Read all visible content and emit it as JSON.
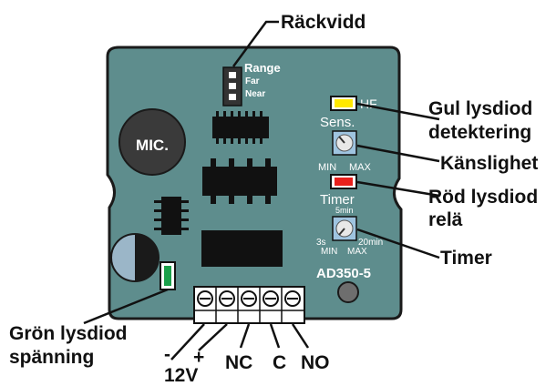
{
  "callouts": {
    "rackvidd": "Räckvidd",
    "gul_line1": "Gul lysdiod",
    "gul_line2": "detektering",
    "kanslighet": "Känslighet",
    "rod_line1": "Röd lysdiod",
    "rod_line2": "relä",
    "timer": "Timer",
    "gron_line1": "Grön lysdiod",
    "gron_line2": "spänning"
  },
  "board": {
    "mic": "MIC.",
    "range": "Range",
    "far": "Far",
    "near": "Near",
    "hf": "HF",
    "sens": "Sens.",
    "sens_min": "MIN",
    "sens_max": "MAX",
    "timer": "Timer",
    "timer_5min": "5min",
    "timer_3s": "3s",
    "timer_20min": "20min",
    "timer_min": "MIN",
    "timer_max": "MAX",
    "model": "AD350-5"
  },
  "terminals": {
    "minus": "-",
    "plus": "+",
    "voltage": "12V",
    "nc": "NC",
    "c": "C",
    "no": "NO"
  },
  "colors": {
    "board": "#5e8d8d",
    "led_yellow": "#ffe800",
    "led_red": "#e8201c",
    "led_green": "#1aa04a"
  }
}
